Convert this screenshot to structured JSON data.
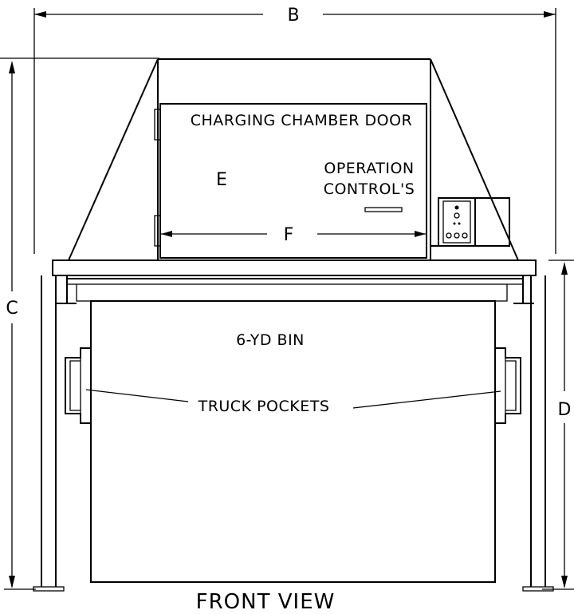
{
  "labels": {
    "door": "CHARGING CHAMBER DOOR",
    "operation_line1": "OPERATION",
    "operation_line2": "CONTROL'S",
    "bin": "6-YD BIN",
    "truck_pockets": "TRUCK POCKETS",
    "view_title": "FRONT VIEW"
  },
  "dimensions": {
    "B": "B",
    "C": "C",
    "D": "D",
    "E": "E",
    "F": "F"
  }
}
